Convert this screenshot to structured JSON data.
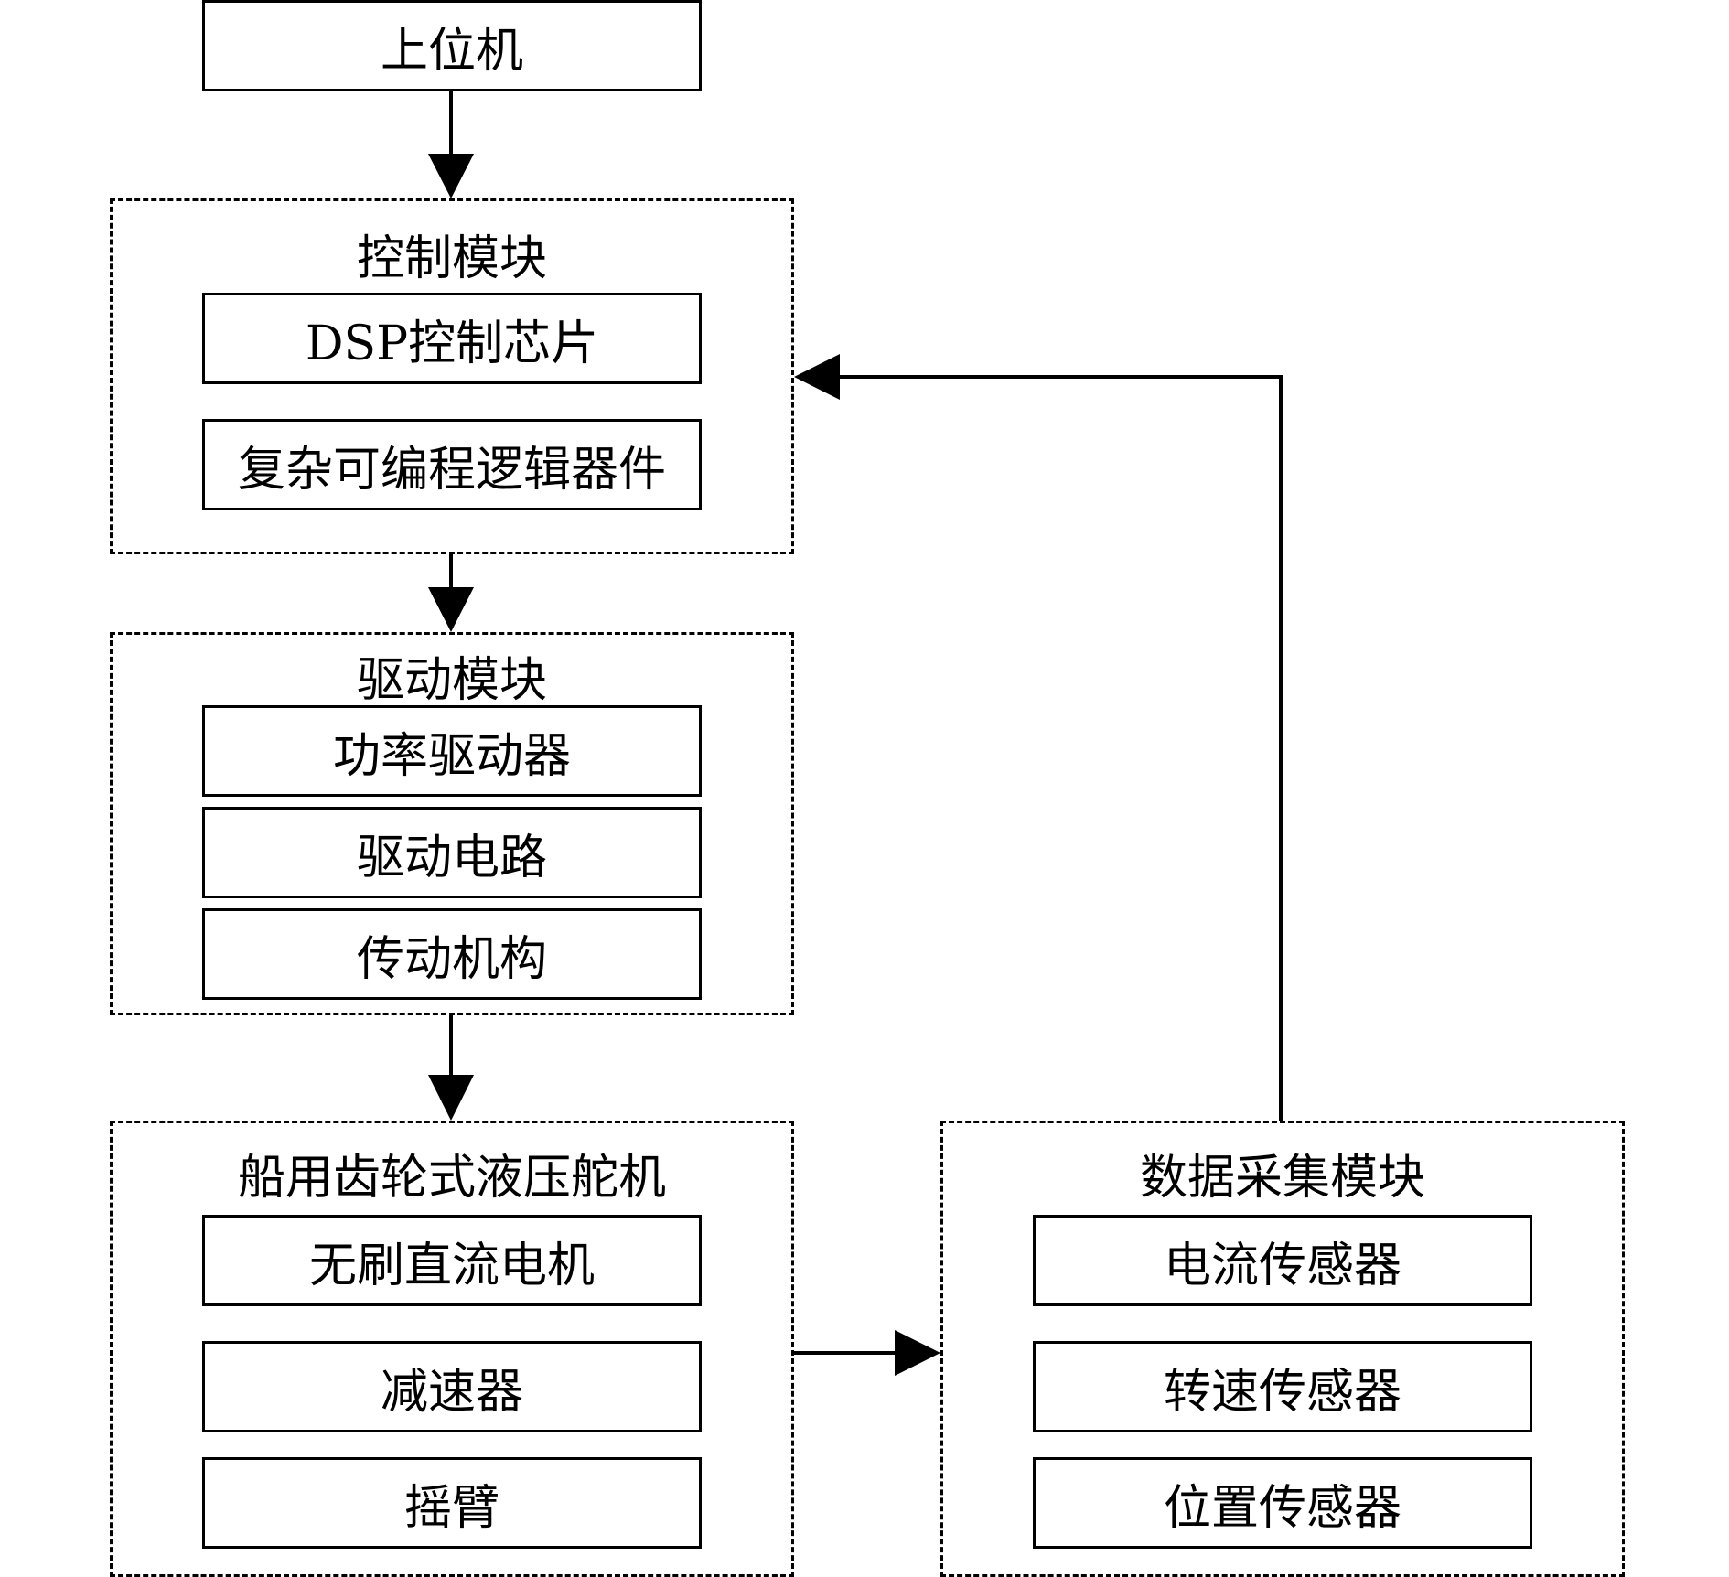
{
  "host": {
    "label": "上位机"
  },
  "control_module": {
    "title": "控制模块",
    "items": [
      "DSP控制芯片",
      "复杂可编程逻辑器件"
    ]
  },
  "drive_module": {
    "title": "驱动模块",
    "items": [
      "功率驱动器",
      "驱动电路",
      "传动机构"
    ]
  },
  "steering_gear": {
    "title": "船用齿轮式液压舵机",
    "items": [
      "无刷直流电机",
      "减速器",
      "摇臂"
    ]
  },
  "data_acquisition_module": {
    "title": "数据采集模块",
    "items": [
      "电流传感器",
      "转速传感器",
      "位置传感器"
    ]
  }
}
